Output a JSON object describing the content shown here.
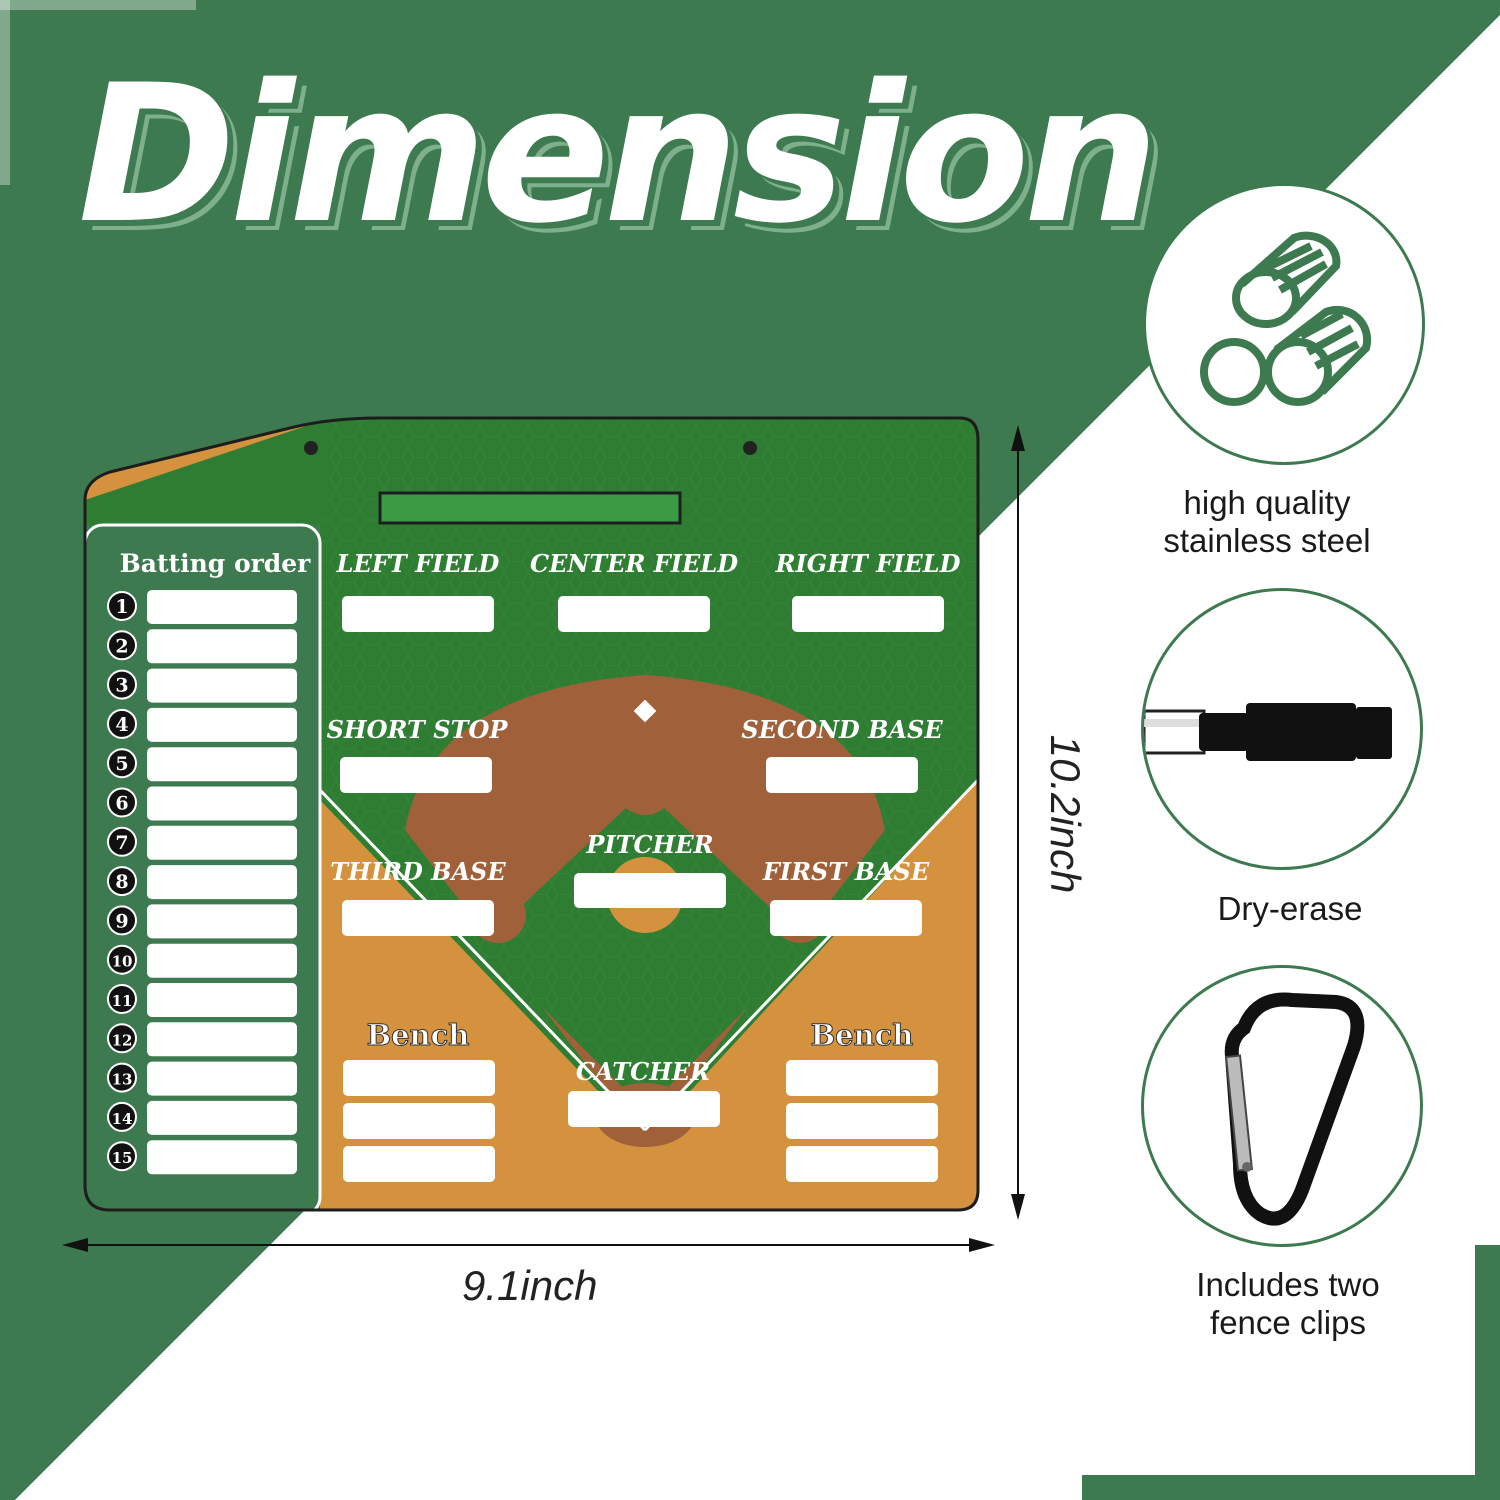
{
  "title": "Dimension",
  "board": {
    "batting_order_title": "Batting order",
    "batting_numbers": [
      "1",
      "2",
      "3",
      "4",
      "5",
      "6",
      "7",
      "8",
      "9",
      "10",
      "11",
      "12",
      "13",
      "14",
      "15"
    ],
    "positions": {
      "left_field": "LEFT FIELD",
      "center_field": "CENTER FIELD",
      "right_field": "RIGHT FIELD",
      "short_stop": "SHORT STOP",
      "second_base": "SECOND BASE",
      "pitcher": "PITCHER",
      "third_base": "THIRD BASE",
      "first_base": "FIRST BASE",
      "catcher": "CATCHER"
    },
    "bench_left": "Bench",
    "bench_right": "Bench"
  },
  "dimensions": {
    "width": "9.1inch",
    "height": "10.2inch"
  },
  "features": [
    {
      "icon": "steel-rods-icon",
      "label_line1": "high quality",
      "label_line2": "stainless steel"
    },
    {
      "icon": "marker-icon",
      "label_line1": "Dry-erase",
      "label_line2": ""
    },
    {
      "icon": "carabiner-icon",
      "label_line1": "Includes two",
      "label_line2": "fence clips"
    }
  ],
  "colors": {
    "brand_green": "#3d7a4f",
    "field_green": "#2e7d32",
    "infield_brown": "#a0603a",
    "foul_orange": "#d4913e"
  }
}
